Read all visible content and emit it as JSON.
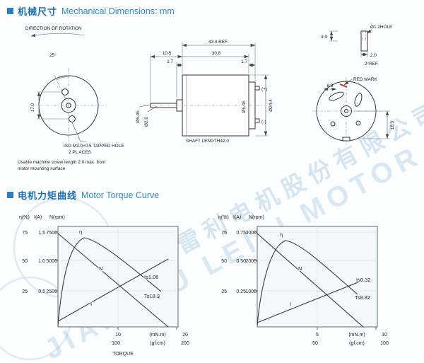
{
  "watermark": {
    "line1": "江苏雷利电机股份有限公司",
    "line2": "JIANGSU LEILI MOTOR"
  },
  "sections": {
    "mech_cn": "机械尺寸",
    "mech_en": "Mechanical Dimensions: mm",
    "torque_cn": "电机力矩曲线",
    "torque_en": "Motor Torque Curve"
  },
  "front_view": {
    "rotation": "DIRECTION OF ROTATION",
    "angle": "25°",
    "hole_pitch": "17.0",
    "tapped_hole": "ISO M3.0×0.5 TAPPED HOLE",
    "places": "2 PL ACES",
    "note1": "Usable machine screw length 2.0 max. from",
    "note2": "motor mounting surface"
  },
  "side_view": {
    "total_len": "43.0 REF.",
    "shaft_ext": "10.5",
    "body_len": "30.8",
    "dim_17_left": "1.7",
    "dim_17_right": "1.7",
    "boss_dia": "Ø6.45",
    "shaft_dia": "Ø2.0",
    "bearing_dia": "Ø6.45",
    "body_dia": "Ø24.4",
    "shaft_len": "SHAFT LENGTH42.0",
    "plus": "(+)",
    "minus": "(-)"
  },
  "back_view": {
    "hole": "Ø1.2HOLE",
    "dim_39": "3.9",
    "dim_20": "2.0",
    "ref_angle": "2°REF.",
    "red_mark": "RED MARK",
    "dim_80": "8.0",
    "dim_183": "18.3"
  },
  "charts": [
    {
      "head_eta": "η(%)",
      "head_i": "I(A)",
      "head_n": "N(rpm)",
      "rows": [
        [
          "75",
          "1.5",
          "7500"
        ],
        [
          "50",
          "1.0",
          "5000"
        ],
        [
          "25",
          "0.5",
          "2500"
        ]
      ],
      "xt1": "10",
      "xt2": "20",
      "xu1": "(mN.m)",
      "xb1": "100",
      "xb2": "200",
      "xu2": "(gf.cm)",
      "eta": "η",
      "n": "N",
      "i": "I",
      "is": "Is1.06",
      "ts": "Ts18.3",
      "xlabel": "TORQUE"
    },
    {
      "head_eta": "η(%)",
      "head_i": "I(A)",
      "head_n": "N(rpm)",
      "rows": [
        [
          "75",
          "0.75",
          "3000"
        ],
        [
          "50",
          "0.50",
          "2000"
        ],
        [
          "25",
          "0.25",
          "1000"
        ]
      ],
      "xt1": "5",
      "xt2": "10",
      "xu1": "(mN.m)",
      "xb1": "50",
      "xb2": "100",
      "xu2": "(gf.cm)",
      "eta": "η",
      "n": "N",
      "i": "I",
      "is": "Is0.32",
      "ts": "Ts8.82",
      "xlabel": ""
    }
  ],
  "chart_data": [
    {
      "type": "line",
      "xlabel": "TORQUE",
      "x_units": [
        "mN.m",
        "gf.cm"
      ],
      "x_ticks_mNm": [
        10,
        20
      ],
      "x_ticks_gfcm": [
        100,
        200
      ],
      "xlim_mNm": [
        0,
        20
      ],
      "y_axes": [
        {
          "name": "η(%)",
          "ticks": [
            25,
            50,
            75
          ]
        },
        {
          "name": "I(A)",
          "ticks": [
            0.5,
            1.0,
            1.5
          ]
        },
        {
          "name": "N(rpm)",
          "ticks": [
            2500,
            5000,
            7500
          ]
        }
      ],
      "series": [
        {
          "name": "N",
          "unit": "rpm",
          "x": [
            0,
            18.3
          ],
          "values": [
            7350,
            0
          ]
        },
        {
          "name": "I",
          "unit": "A",
          "x": [
            0,
            18.3
          ],
          "values": [
            0.07,
            1.06
          ]
        },
        {
          "name": "η",
          "unit": "%",
          "x": [
            0,
            1,
            2,
            3,
            5,
            8,
            12,
            16,
            18.3
          ],
          "values": [
            0,
            38,
            56,
            65,
            69,
            62,
            49,
            34,
            25
          ]
        }
      ],
      "stall_torque_mNm": 18.3,
      "stall_current_A": 1.06,
      "stall_torque_label": "Ts18.3",
      "stall_current_label": "Is1.06",
      "legend_position": "on-curve",
      "grid": true
    },
    {
      "type": "line",
      "xlabel": "TORQUE",
      "x_units": [
        "mN.m",
        "gf.cm"
      ],
      "x_ticks_mNm": [
        5,
        10
      ],
      "x_ticks_gfcm": [
        50,
        100
      ],
      "xlim_mNm": [
        0,
        10
      ],
      "y_axes": [
        {
          "name": "η(%)",
          "ticks": [
            25,
            50,
            75
          ]
        },
        {
          "name": "I(A)",
          "ticks": [
            0.25,
            0.5,
            0.75
          ]
        },
        {
          "name": "N(rpm)",
          "ticks": [
            1000,
            2000,
            3000
          ]
        }
      ],
      "series": [
        {
          "name": "N",
          "unit": "rpm",
          "x": [
            0,
            8.82
          ],
          "values": [
            2950,
            0
          ]
        },
        {
          "name": "I",
          "unit": "A",
          "x": [
            0,
            8.82
          ],
          "values": [
            0.03,
            0.32
          ]
        },
        {
          "name": "η",
          "unit": "%",
          "x": [
            0,
            0.5,
            1,
            1.5,
            2.5,
            4,
            6,
            8,
            8.82
          ],
          "values": [
            0,
            36,
            54,
            63,
            66,
            58,
            45,
            30,
            22
          ]
        }
      ],
      "stall_torque_mNm": 8.82,
      "stall_current_A": 0.32,
      "stall_torque_label": "Ts8.82",
      "stall_current_label": "Is0.32",
      "legend_position": "on-curve",
      "grid": true
    }
  ]
}
